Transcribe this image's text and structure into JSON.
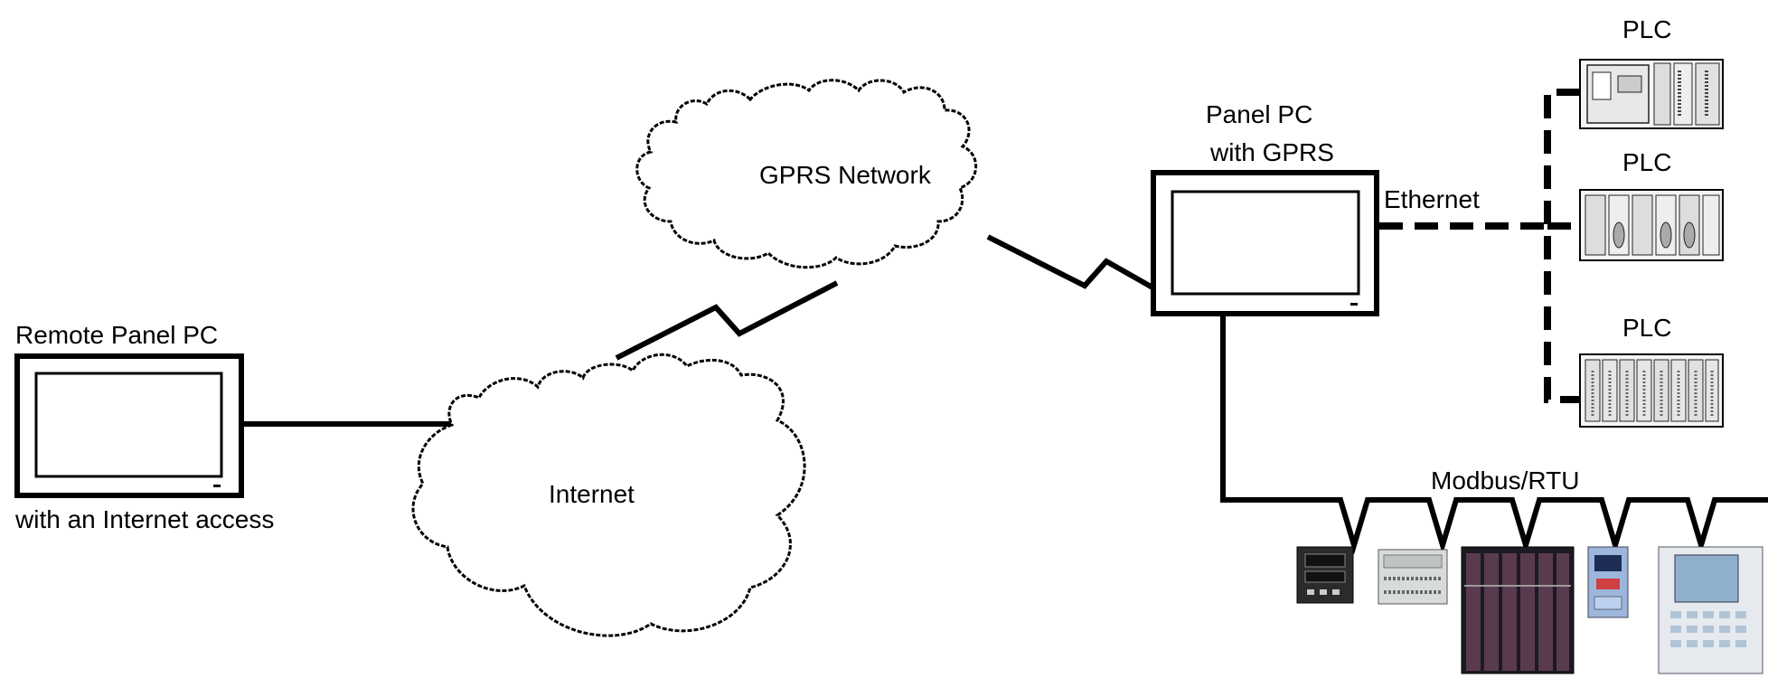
{
  "diagram": {
    "labels": {
      "remote_panel": "Remote Panel PC",
      "remote_access": "with an Internet access",
      "internet": "Internet",
      "gprs_network": "GPRS Network",
      "panel_pc_line1": "Panel PC",
      "panel_pc_line2": "with GPRS",
      "ethernet": "Ethernet",
      "plc_1": "PLC",
      "plc_2": "PLC",
      "plc_3": "PLC",
      "modbus": "Modbus/RTU"
    },
    "devices": {
      "modbus_devices": [
        "temperature-controller",
        "remote-io-module",
        "io-rack",
        "frequency-inverter",
        "operator-terminal"
      ]
    }
  }
}
